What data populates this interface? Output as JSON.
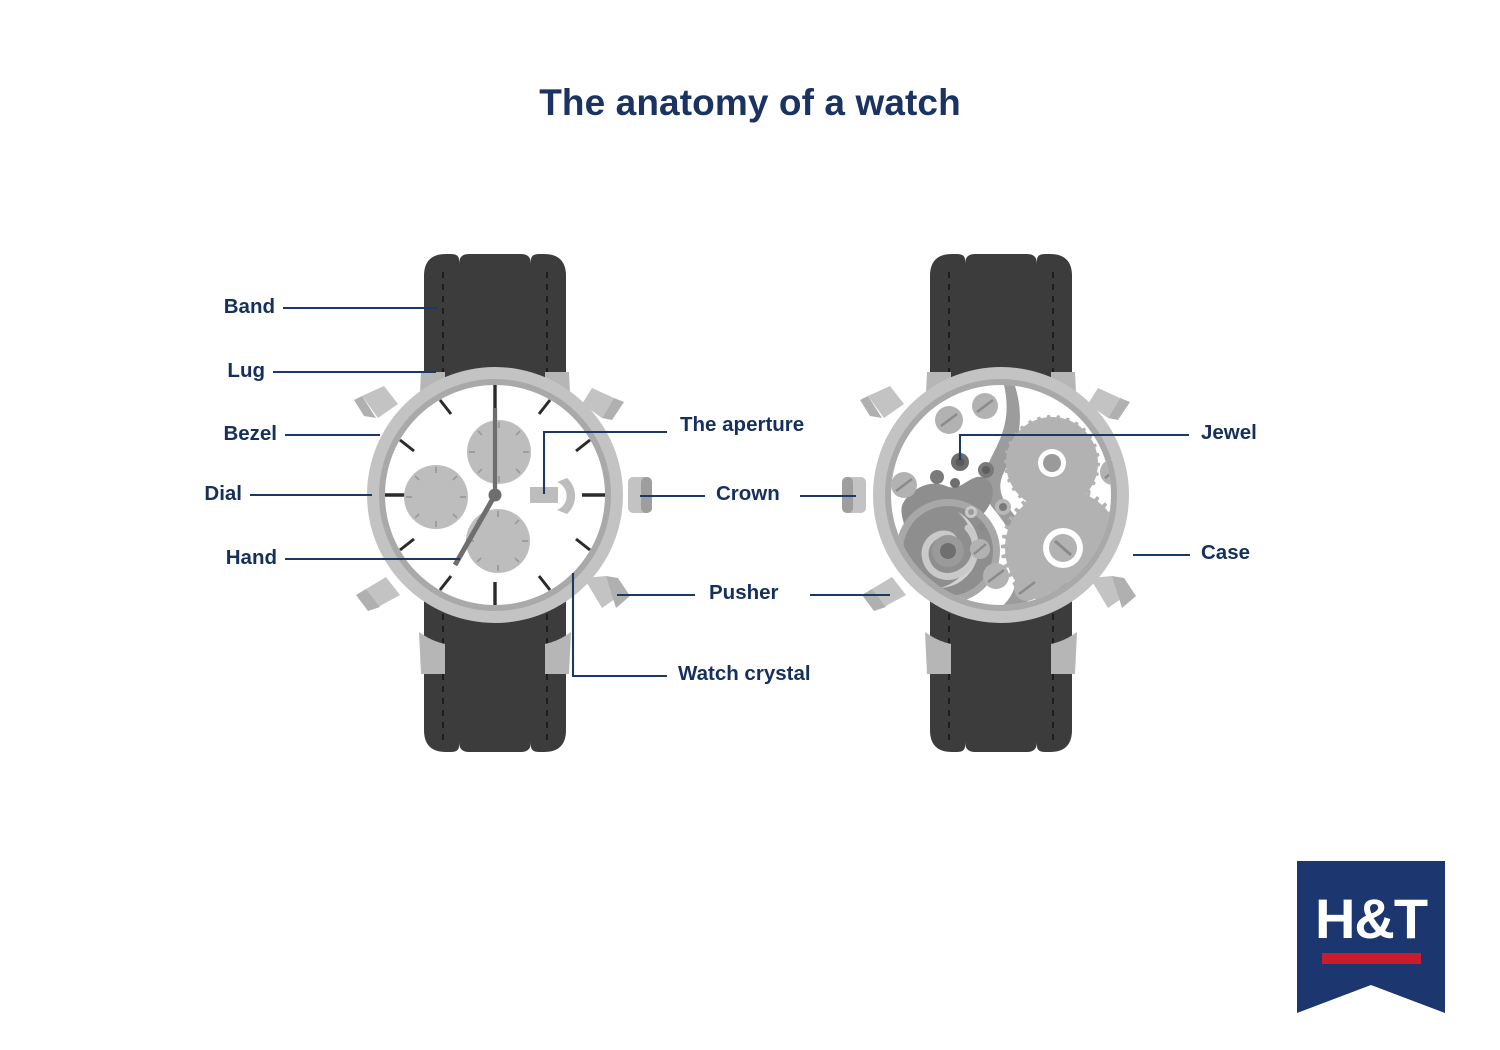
{
  "page": {
    "title": "The anatomy of a watch",
    "background_color": "#ffffff",
    "title_color": "#1b3360",
    "label_color": "#15305c",
    "leader_line_color": "#1b3a63"
  },
  "labels": {
    "band": "Band",
    "lug": "Lug",
    "bezel": "Bezel",
    "dial": "Dial",
    "hand": "Hand",
    "aperture": "The aperture",
    "crown": "Crown",
    "pusher": "Pusher",
    "watch_crystal": "Watch crystal",
    "jewel": "Jewel",
    "case": "Case"
  },
  "diagram": {
    "left_watch": {
      "name": "watch-front-view",
      "description": "Chronograph watch front showing dial, hands, subdials, date aperture",
      "band_color": "#3c3c3c",
      "case_color": "#c3c3c3",
      "case_inner_color": "#a9a9a9",
      "dial_color": "#ffffff",
      "subdial_color": "#bdbdbd",
      "hand_color": "#6e6e6e",
      "subdial_count": 3,
      "hour_markers": 12
    },
    "right_watch": {
      "name": "watch-movement-view",
      "description": "Watch movement showing gears, screws, jewels and balance wheel",
      "band_color": "#3c3c3c",
      "case_color": "#c3c3c3",
      "case_inner_color": "#a9a9a9",
      "plate_color": "#ffffff",
      "bridge_color": "#9c9c9c",
      "gear_color": "#b2b2b2",
      "jewel_color": "#5a5a5a",
      "gear_count": 2,
      "screw_count": 11
    }
  },
  "logo": {
    "text": "H&T",
    "banner_color": "#1c3770",
    "bar_color": "#cc1b2c",
    "text_color": "#ffffff"
  }
}
